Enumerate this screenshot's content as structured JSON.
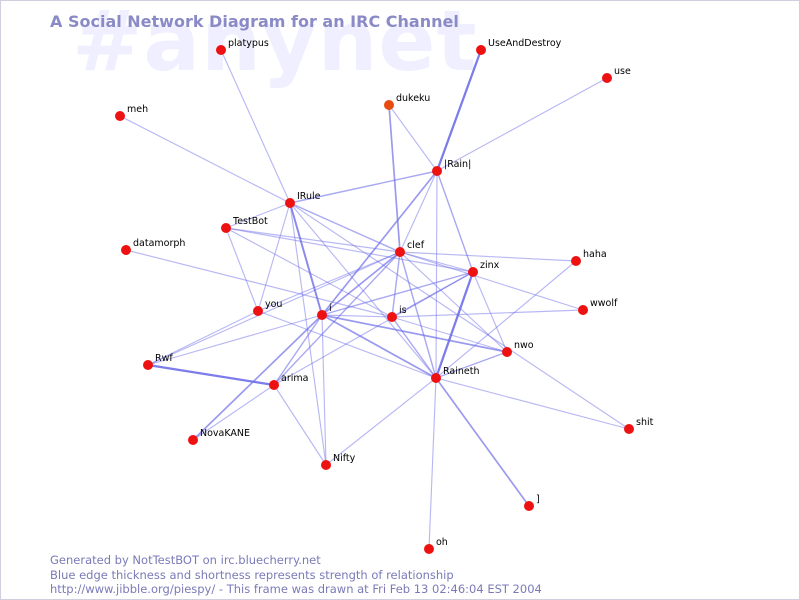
{
  "watermark": "#anynet",
  "title": "A Social Network Diagram for an IRC Channel",
  "footer": {
    "line1": "Generated by NotTestBOT on irc.bluecherry.net",
    "line2": "Blue edge thickness and shortness represents strength of relationship",
    "line3": "http://www.jibble.org/piespy/ - This frame was drawn at Fri Feb 13 02:46:04 EST 2004"
  },
  "colors": {
    "node": "#ee1111",
    "node_recent": "#e84a10",
    "edge": "#6a6ae8",
    "title": "#8a8ac6",
    "watermark": "#efefff"
  },
  "nodes": [
    {
      "id": "platypus",
      "label": "platypus"
    },
    {
      "id": "UseAndDestroy",
      "label": "UseAndDestroy"
    },
    {
      "id": "use",
      "label": "use"
    },
    {
      "id": "meh",
      "label": "meh"
    },
    {
      "id": "dukeku",
      "label": "dukeku",
      "recent": true
    },
    {
      "id": "IRainI",
      "label": "|Rain|"
    },
    {
      "id": "IRule",
      "label": "IRule"
    },
    {
      "id": "TestBot",
      "label": "TestBot"
    },
    {
      "id": "datamorph",
      "label": "datamorph"
    },
    {
      "id": "clef",
      "label": "clef"
    },
    {
      "id": "zinx",
      "label": "zinx"
    },
    {
      "id": "haha",
      "label": "haha"
    },
    {
      "id": "you",
      "label": "you"
    },
    {
      "id": "i",
      "label": "i"
    },
    {
      "id": "is",
      "label": "is"
    },
    {
      "id": "wwolf",
      "label": "wwolf"
    },
    {
      "id": "nwo",
      "label": "nwo"
    },
    {
      "id": "Rwf",
      "label": "Rwf"
    },
    {
      "id": "arima",
      "label": "arima"
    },
    {
      "id": "Raineth",
      "label": "Raineth"
    },
    {
      "id": "NovaKANE",
      "label": "NovaKANE"
    },
    {
      "id": "shit",
      "label": "shit"
    },
    {
      "id": "Nifty",
      "label": "Nifty"
    },
    {
      "id": "bracket",
      "label": "]"
    },
    {
      "id": "oh",
      "label": "oh"
    }
  ],
  "edges": [
    {
      "source": "UseAndDestroy",
      "target": "IRainI",
      "strength": 3
    },
    {
      "source": "use",
      "target": "IRainI",
      "strength": 1
    },
    {
      "source": "platypus",
      "target": "IRule",
      "strength": 1
    },
    {
      "source": "meh",
      "target": "IRule",
      "strength": 1
    },
    {
      "source": "dukeku",
      "target": "IRainI",
      "strength": 1
    },
    {
      "source": "dukeku",
      "target": "clef",
      "strength": 2
    },
    {
      "source": "IRule",
      "target": "IRainI",
      "strength": 1.5
    },
    {
      "source": "IRainI",
      "target": "i",
      "strength": 2
    },
    {
      "source": "IRainI",
      "target": "zinx",
      "strength": 1.5
    },
    {
      "source": "IRainI",
      "target": "clef",
      "strength": 1
    },
    {
      "source": "IRainI",
      "target": "Raineth",
      "strength": 1
    },
    {
      "source": "IRule",
      "target": "clef",
      "strength": 1.5
    },
    {
      "source": "IRule",
      "target": "i",
      "strength": 2.5
    },
    {
      "source": "IRule",
      "target": "you",
      "strength": 1
    },
    {
      "source": "IRule",
      "target": "Raineth",
      "strength": 1
    },
    {
      "source": "IRule",
      "target": "Nifty",
      "strength": 1
    },
    {
      "source": "IRule",
      "target": "TestBot",
      "strength": 1
    },
    {
      "source": "TestBot",
      "target": "clef",
      "strength": 1
    },
    {
      "source": "TestBot",
      "target": "you",
      "strength": 1
    },
    {
      "source": "TestBot",
      "target": "is",
      "strength": 1
    },
    {
      "source": "TestBot",
      "target": "zinx",
      "strength": 1
    },
    {
      "source": "datamorph",
      "target": "is",
      "strength": 1
    },
    {
      "source": "clef",
      "target": "zinx",
      "strength": 1
    },
    {
      "source": "clef",
      "target": "haha",
      "strength": 1
    },
    {
      "source": "clef",
      "target": "wwolf",
      "strength": 1
    },
    {
      "source": "clef",
      "target": "nwo",
      "strength": 1
    },
    {
      "source": "clef",
      "target": "i",
      "strength": 2
    },
    {
      "source": "clef",
      "target": "is",
      "strength": 1.5
    },
    {
      "source": "clef",
      "target": "Raineth",
      "strength": 1.5
    },
    {
      "source": "clef",
      "target": "arima",
      "strength": 1.5
    },
    {
      "source": "clef",
      "target": "you",
      "strength": 1
    },
    {
      "source": "clef",
      "target": "Rwf",
      "strength": 1
    },
    {
      "source": "zinx",
      "target": "Raineth",
      "strength": 3
    },
    {
      "source": "zinx",
      "target": "i",
      "strength": 1.5
    },
    {
      "source": "zinx",
      "target": "is",
      "strength": 1.5
    },
    {
      "source": "zinx",
      "target": "nwo",
      "strength": 1
    },
    {
      "source": "zinx",
      "target": "arima",
      "strength": 1
    },
    {
      "source": "haha",
      "target": "Raineth",
      "strength": 1
    },
    {
      "source": "wwolf",
      "target": "is",
      "strength": 1
    },
    {
      "source": "you",
      "target": "Raineth",
      "strength": 1
    },
    {
      "source": "you",
      "target": "Rwf",
      "strength": 1
    },
    {
      "source": "i",
      "target": "Raineth",
      "strength": 2
    },
    {
      "source": "i",
      "target": "nwo",
      "strength": 2
    },
    {
      "source": "i",
      "target": "arima",
      "strength": 1.5
    },
    {
      "source": "i",
      "target": "NovaKANE",
      "strength": 2
    },
    {
      "source": "i",
      "target": "Nifty",
      "strength": 1
    },
    {
      "source": "i",
      "target": "is",
      "strength": 1
    },
    {
      "source": "i",
      "target": "Rwf",
      "strength": 1
    },
    {
      "source": "is",
      "target": "Raineth",
      "strength": 1.5
    },
    {
      "source": "is",
      "target": "nwo",
      "strength": 1
    },
    {
      "source": "nwo",
      "target": "Raineth",
      "strength": 1.5
    },
    {
      "source": "Rwf",
      "target": "arima",
      "strength": 3
    },
    {
      "source": "arima",
      "target": "Nifty",
      "strength": 1
    },
    {
      "source": "arima",
      "target": "NovaKANE",
      "strength": 1
    },
    {
      "source": "Raineth",
      "target": "shit",
      "strength": 1
    },
    {
      "source": "Raineth",
      "target": "bracket",
      "strength": 2
    },
    {
      "source": "Raineth",
      "target": "oh",
      "strength": 1
    },
    {
      "source": "Raineth",
      "target": "Nifty",
      "strength": 1
    },
    {
      "source": "IRule",
      "target": "shit",
      "strength": 1
    }
  ]
}
